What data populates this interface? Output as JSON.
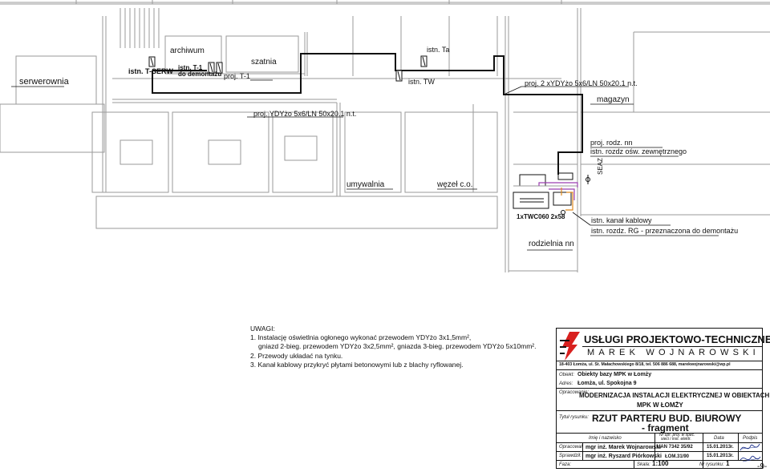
{
  "rooms": {
    "serwerownia": "serwerownia",
    "archiwum": "archiwum",
    "szatnia": "szatnia",
    "magazyn": "magazyn",
    "umywalnia": "umywalnia",
    "wezel": "węzeł c.o.",
    "rozdzielnia": "rodzielnia nn"
  },
  "labels": {
    "istn_t_serw": "istn. T-SERW",
    "istn_t1_line1": "istn. T-1",
    "istn_t1_line2": "do demontażu",
    "proj_t1": "proj. T-1",
    "istn_ta": "istn. Ta",
    "istn_tw": "istn. TW",
    "proj_2x": "proj. 2 xYDYżo 5x6/LN 50x20.1 n.t.",
    "proj_ydy": "proj. YDYżo 5x6/LN 50x20.1 n.t.",
    "proj_rodz": "proj. rodz. nn",
    "istn_rozdz_osw": "istn. rozdz ośw. zewnętrznego",
    "twc": "1xTWC060 2x58",
    "kanal": "istn. kanał kablowy",
    "istn_rg": "istn. rozdz. RG - przeznaczona do demontażu",
    "seaz": "SEAZ"
  },
  "notes": {
    "title": "UWAGI:",
    "line1": "1. Instalację oświetlnia ogłonego wykonać przewodem YDYżo 3x1,5mm²,",
    "line2": "gniazd 2-bieg. przewodem YDYżo 3x2,5mm², gniazda 3-bieg. przewodem YDYżo 5x10mm².",
    "line3": "2. Przewody układać na tynku.",
    "line4": "3. Kanał kablowy przykryć płytami betonowymi lub z blachy ryflowanej."
  },
  "title_block": {
    "company_line1": "USŁUGI PROJEKTOWO-TECHNICZNE",
    "company_line2": "MAREK WOJNAROWSKI",
    "address": "18-403 Łomża, ul. St. Małachowskiego 8/18, tel. 506 886 688, marekwojnarowski@wp.pl",
    "obiekt_label": "Obiekt:",
    "obiekt_value": "Obiekty bazy MPK w Łomży",
    "adres_label": "Adres:",
    "adres_value": "Łomża, ul. Spokojna 9",
    "opracowanie_label": "Opracowanie:",
    "opracowanie_line1": "MODERNIZACJA INSTALACJI ELEKTRYCZNEJ W OBIEKTACH",
    "opracowanie_line2": "MPK W ŁOMŻY",
    "tytul_label": "Tytuł rysunku:",
    "tytul_line1": "RZUT PARTERU BUD. BIUROWY",
    "tytul_line2": "- fragment",
    "col_name": "Imię i nazwisko",
    "col_upr1": "Nr upr. proj. w spec.",
    "col_upr2": "sieci i inst. elektr.",
    "col_data": "Data",
    "col_podpis": "Podpis",
    "opracowal_label": "Opracował:",
    "opracowal_name": "mgr inż. Marek Wojnarowski",
    "opracowal_upr": "UAN 7342 35/92",
    "opracowal_date": "15.01.2013r.",
    "sprawdzil_label": "Sprawdził:",
    "sprawdzil_name": "mgr inż. Ryszard Piórkowski",
    "sprawdzil_upr": "ŁOM.31/90",
    "sprawdzil_date": "15.01.2013r.",
    "faza_label": "Faza:",
    "skala_label": "Skala:",
    "skala_value": "1:100",
    "nr_label": "Nr rysunku:",
    "nr_value": "1"
  },
  "page_number": "-9-",
  "colors": {
    "wall": "#9a9a9a",
    "cable": "#111111",
    "purple": "#9b3fb0",
    "orange": "#e08a1e",
    "logo_red": "#d8201e"
  }
}
